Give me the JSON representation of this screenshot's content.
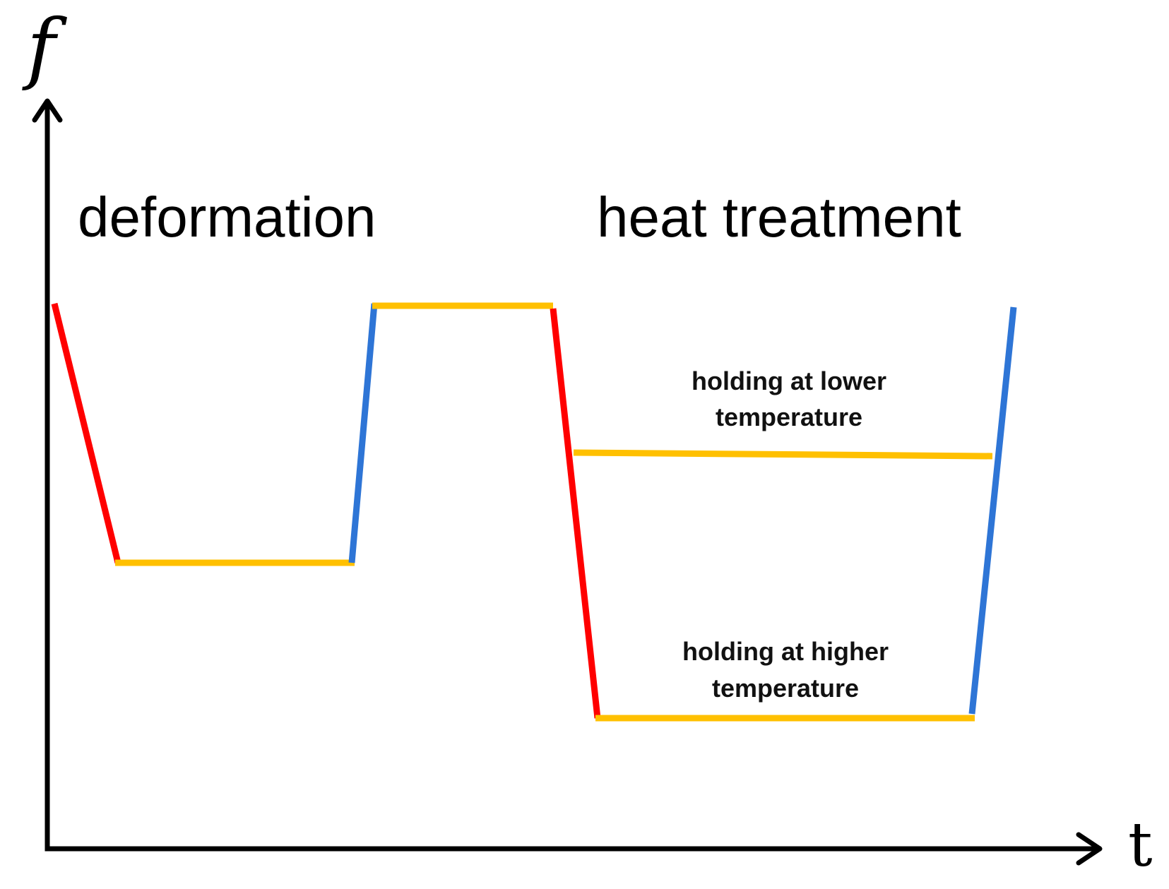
{
  "axes": {
    "y_label": "f",
    "x_label": "t"
  },
  "sections": {
    "deformation": "deformation",
    "heat_treatment": "heat treatment"
  },
  "annotations": {
    "lower": [
      "holding at lower",
      "temperature"
    ],
    "higher": [
      "holding at higher",
      "temperature"
    ]
  },
  "colors": {
    "decrease": "#ff0000",
    "hold": "#ffc000",
    "increase": "#2e75d6",
    "axis": "#000000"
  }
}
